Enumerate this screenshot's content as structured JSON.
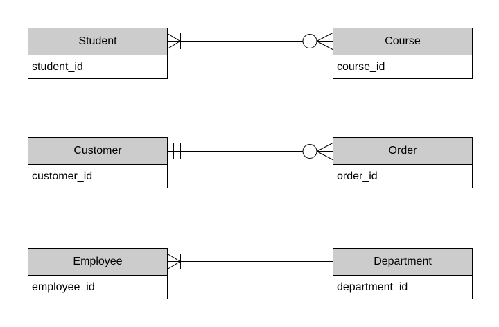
{
  "diagram": {
    "type": "entity-relationship",
    "notation": "crows-foot",
    "background_color": "#ffffff",
    "entity_style": {
      "header_fill": "#cccccc",
      "body_fill": "#ffffff",
      "border_color": "#000000",
      "text_color": "#000000"
    },
    "entities": [
      {
        "name": "Student",
        "attributes": [
          "student_id"
        ]
      },
      {
        "name": "Course",
        "attributes": [
          "course_id"
        ]
      },
      {
        "name": "Customer",
        "attributes": [
          "customer_id"
        ]
      },
      {
        "name": "Order",
        "attributes": [
          "order_id"
        ]
      },
      {
        "name": "Employee",
        "attributes": [
          "employee_id"
        ]
      },
      {
        "name": "Department",
        "attributes": [
          "department_id"
        ]
      }
    ],
    "relationships": [
      {
        "from": "Student",
        "to": "Course",
        "from_cardinality": "one-or-many",
        "from_symbol": "bar-and-crow-foot",
        "to_cardinality": "zero-or-many",
        "to_symbol": "circle-and-crow-foot"
      },
      {
        "from": "Customer",
        "to": "Order",
        "from_cardinality": "one-and-only-one",
        "from_symbol": "double-bar",
        "to_cardinality": "zero-or-many",
        "to_symbol": "circle-and-crow-foot"
      },
      {
        "from": "Employee",
        "to": "Department",
        "from_cardinality": "one-or-many",
        "from_symbol": "bar-and-crow-foot",
        "to_cardinality": "one-and-only-one",
        "to_symbol": "double-bar"
      }
    ]
  }
}
